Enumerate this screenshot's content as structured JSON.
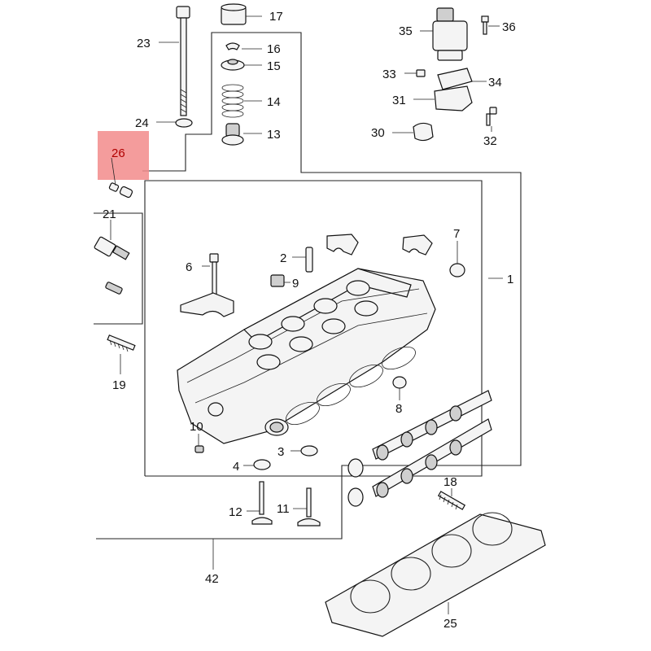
{
  "callouts": [
    {
      "id": "1",
      "text": "1"
    },
    {
      "id": "2",
      "text": "2"
    },
    {
      "id": "3",
      "text": "3"
    },
    {
      "id": "4",
      "text": "4"
    },
    {
      "id": "6",
      "text": "6"
    },
    {
      "id": "7",
      "text": "7"
    },
    {
      "id": "8",
      "text": "8"
    },
    {
      "id": "9",
      "text": "9"
    },
    {
      "id": "10",
      "text": "10"
    },
    {
      "id": "11",
      "text": "11"
    },
    {
      "id": "12",
      "text": "12"
    },
    {
      "id": "13",
      "text": "13"
    },
    {
      "id": "14",
      "text": "14"
    },
    {
      "id": "15",
      "text": "15"
    },
    {
      "id": "16",
      "text": "16"
    },
    {
      "id": "17",
      "text": "17"
    },
    {
      "id": "18",
      "text": "18"
    },
    {
      "id": "19",
      "text": "19"
    },
    {
      "id": "21",
      "text": "21"
    },
    {
      "id": "23",
      "text": "23"
    },
    {
      "id": "24",
      "text": "24"
    },
    {
      "id": "25",
      "text": "25"
    },
    {
      "id": "26",
      "text": "26"
    },
    {
      "id": "30",
      "text": "30"
    },
    {
      "id": "31",
      "text": "31"
    },
    {
      "id": "32",
      "text": "32"
    },
    {
      "id": "33",
      "text": "33"
    },
    {
      "id": "34",
      "text": "34"
    },
    {
      "id": "35",
      "text": "35"
    },
    {
      "id": "36",
      "text": "36"
    },
    {
      "id": "42",
      "text": "42"
    }
  ],
  "highlight": {
    "part": "26",
    "color": "#f28b8b"
  }
}
